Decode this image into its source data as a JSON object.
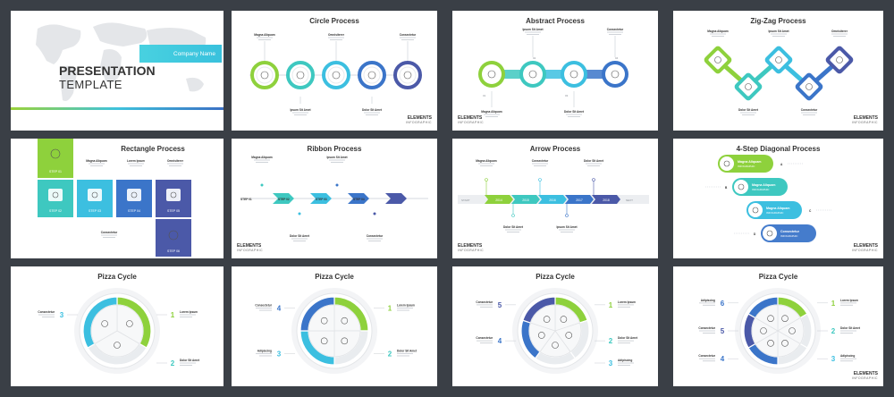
{
  "cover": {
    "title": "PRESENTATION",
    "subtitle": "TEMPLATE",
    "company": "Company Name"
  },
  "brand": {
    "name": "ELEMENTS",
    "tagline": "INFOGRAPHIC"
  },
  "slides": {
    "circle": {
      "title": "Circle Process",
      "labels": [
        "Magna Aliquam",
        "Ipsum Sit Amet",
        "Omnisiterer",
        "Dolor Sit Amet",
        "Consectetur"
      ]
    },
    "abstract": {
      "title": "Abstract Process",
      "labels": [
        "Magna Aliquam",
        "Ipsum Sit Amet",
        "Dolor Sit Amet",
        "Consectetur"
      ],
      "steps": [
        "01",
        "02",
        "03",
        "04"
      ]
    },
    "zigzag": {
      "title": "Zig-Zag Process",
      "labels": [
        "Magna Aliquam",
        "Ipsum Sit Amet",
        "Dolor Sit Amet",
        "Consectetur",
        "Omnisiterer"
      ]
    },
    "rectangle": {
      "title": "Rectangle Process",
      "steps": [
        "STEP 01",
        "STEP 02",
        "STEP 03",
        "STEP 04",
        "STEP 05",
        "STEP 06"
      ],
      "labels": [
        "Magna Aliquam",
        "Lorem Ipsum",
        "Omnisiterer",
        "Consectetur"
      ]
    },
    "ribbon": {
      "title": "Ribbon Process",
      "steps": [
        "STEP 01",
        "STEP 02",
        "STEP 03",
        "STEP 04"
      ],
      "labels": [
        "Magna Aliquam",
        "Dolor Sit Amet",
        "Ipsum Sit Amet",
        "Consectetur"
      ]
    },
    "arrow": {
      "title": "Arrow Process",
      "years": [
        "2014",
        "2015",
        "2016",
        "2017",
        "2018"
      ],
      "ends": [
        "START",
        "NEXT"
      ],
      "labels": [
        "Magna Aliquam",
        "Dolor Sit Amet",
        "Consectetur",
        "Ipsum Sit Amet",
        "Dolor Sit Amet"
      ]
    },
    "diagonal": {
      "title": "4-Step Diagonal Process",
      "letters": [
        "A",
        "B",
        "C",
        "D"
      ],
      "pills": [
        "Magna Aliquam",
        "Magna Aliquam",
        "Magna Aliquam",
        "Consectetur"
      ],
      "tags": [
        "INFOGRAPHIC",
        "INFOGRAPHIC",
        "INFOGRAPHIC",
        "INFOGRAPHIC"
      ]
    },
    "pizza1": {
      "title": "Pizza Cycle",
      "numbers": [
        "1",
        "2",
        "3"
      ],
      "labels": [
        "Lorem Ipsum",
        "Dolor Sit Amet",
        "Consectetur"
      ]
    },
    "pizza2": {
      "title": "Pizza Cycle",
      "numbers": [
        "1",
        "2",
        "3",
        "4"
      ],
      "labels": [
        "Lorem Ipsum",
        "Dolor Sit Amet",
        "Adipiscing",
        "Consectetur"
      ]
    },
    "pizza3": {
      "title": "Pizza Cycle",
      "numbers": [
        "1",
        "2",
        "3",
        "4",
        "5"
      ],
      "labels": [
        "Lorem Ipsum",
        "Dolor Sit Amet",
        "Adipiscing",
        "Consectetur",
        "Consectetur"
      ]
    },
    "pizza4": {
      "title": "Pizza Cycle",
      "numbers": [
        "1",
        "2",
        "3",
        "4",
        "5",
        "6"
      ],
      "labels": [
        "Lorem Ipsum",
        "Dolor Sit Amet",
        "Adipiscing",
        "Consectetur",
        "Consectetur",
        "Adipiscing"
      ]
    }
  },
  "colors": {
    "green": "#8ed13c",
    "teal": "#3ec8c0",
    "cyan": "#3cbfe0",
    "blue": "#3b75c9",
    "navy": "#4b59a8"
  }
}
